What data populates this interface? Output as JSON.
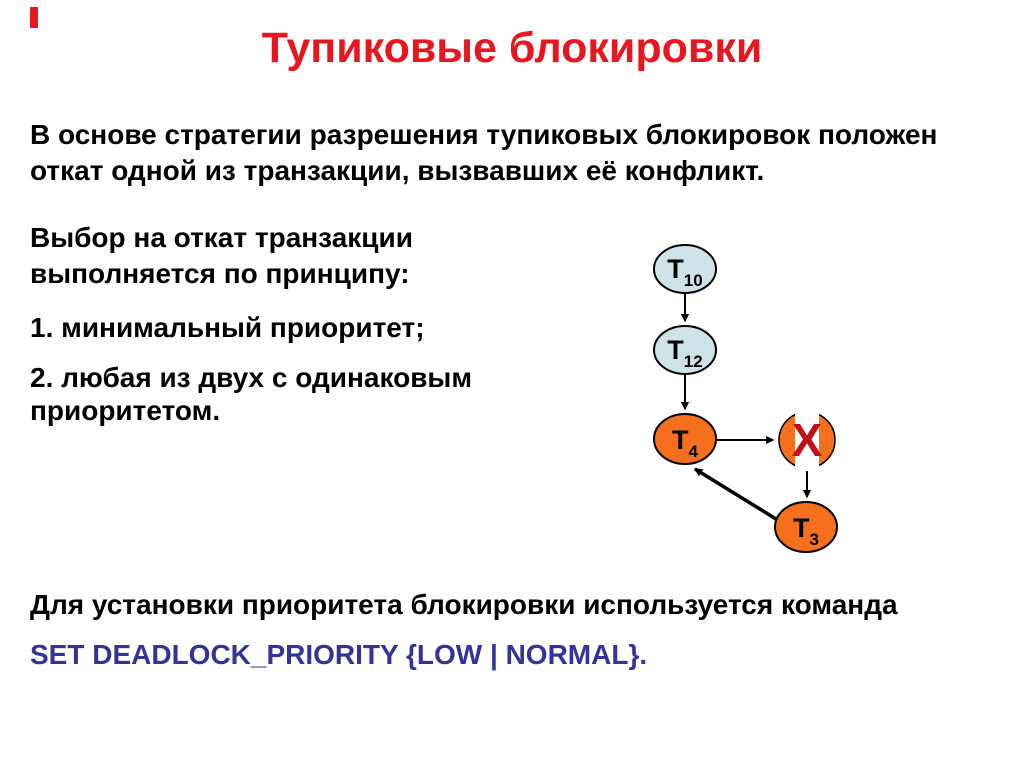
{
  "slide": {
    "title": "Тупиковые блокировки",
    "paragraph1": [
      "В основе стратегии разрешения тупиковых блокировок положен",
      "откат одной из транзакции, вызвавших её конфликт."
    ],
    "paragraph2": [
      "Выбор на откат транзакции",
      "выполняется по принципу:"
    ],
    "list": [
      {
        "lines": [
          "1. минимальный приоритет;"
        ]
      },
      {
        "lines": [
          "2. любая из двух с одинаковым",
          "приоритетом."
        ]
      }
    ],
    "footer_text": "Для установки приоритета блокировки используется команда",
    "command_text": "SET DEADLOCK_PRIORITY {LOW | NORMAL}.",
    "colors": {
      "title_red": "#e8161e",
      "command_blue": "#333399",
      "node_blue": "#cde3e8",
      "node_orange": "#f56f1c",
      "x_mark_red": "#c01015",
      "outline": "#000000"
    }
  },
  "diagram": {
    "description": "wait-for graph of transactions with cancelled resource",
    "nodes": [
      {
        "name": "T10",
        "label": "T",
        "sub": "10",
        "fill": "blue"
      },
      {
        "name": "T12",
        "label": "T",
        "sub": "12",
        "fill": "blue"
      },
      {
        "name": "T4",
        "label": "T",
        "sub": "4",
        "fill": "orange"
      },
      {
        "name": "T3",
        "label": "T",
        "sub": "3",
        "fill": "orange"
      },
      {
        "name": "X",
        "label": "X",
        "fill": "orange"
      }
    ],
    "edges": [
      "T10 → T12",
      "T12 → T4",
      "T4 → X",
      "X → T3",
      "T3 → T4"
    ]
  }
}
